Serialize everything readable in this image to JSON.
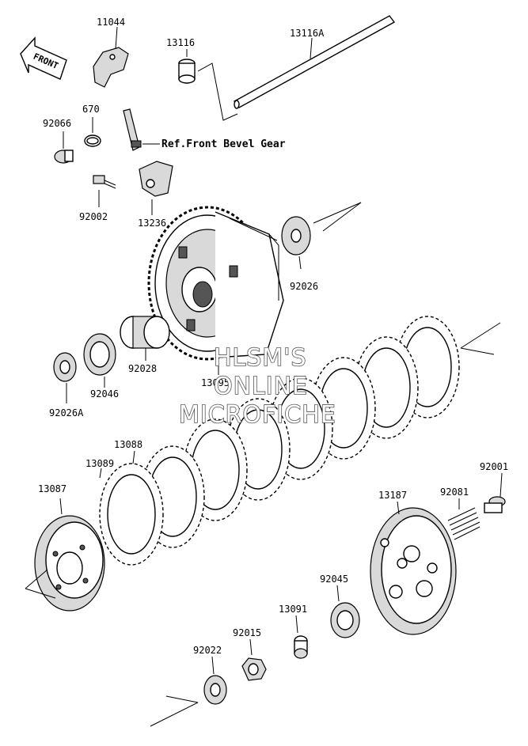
{
  "front_arrow": {
    "label": "FRONT"
  },
  "reference_note": "Ref.Front Bevel Gear",
  "watermark": {
    "line1": "HLSM'S",
    "line2": "ONLINE",
    "line3": "MICROFICHE"
  },
  "parts": [
    {
      "key": "p11044",
      "number": "11044"
    },
    {
      "key": "p13116",
      "number": "13116"
    },
    {
      "key": "p13116A",
      "number": "13116A"
    },
    {
      "key": "p670",
      "number": "670"
    },
    {
      "key": "p92066",
      "number": "92066"
    },
    {
      "key": "p92002",
      "number": "92002"
    },
    {
      "key": "p13236",
      "number": "13236"
    },
    {
      "key": "p92026",
      "number": "92026"
    },
    {
      "key": "p92028",
      "number": "92028"
    },
    {
      "key": "p92046",
      "number": "92046"
    },
    {
      "key": "p92026A",
      "number": "92026A"
    },
    {
      "key": "p13095",
      "number": "13095"
    },
    {
      "key": "p13088",
      "number": "13088"
    },
    {
      "key": "p13089",
      "number": "13089"
    },
    {
      "key": "p13087",
      "number": "13087"
    },
    {
      "key": "p13187",
      "number": "13187"
    },
    {
      "key": "p92081",
      "number": "92081"
    },
    {
      "key": "p92001",
      "number": "92001"
    },
    {
      "key": "p92045",
      "number": "92045"
    },
    {
      "key": "p13091",
      "number": "13091"
    },
    {
      "key": "p92015",
      "number": "92015"
    },
    {
      "key": "p92022",
      "number": "92022"
    }
  ]
}
